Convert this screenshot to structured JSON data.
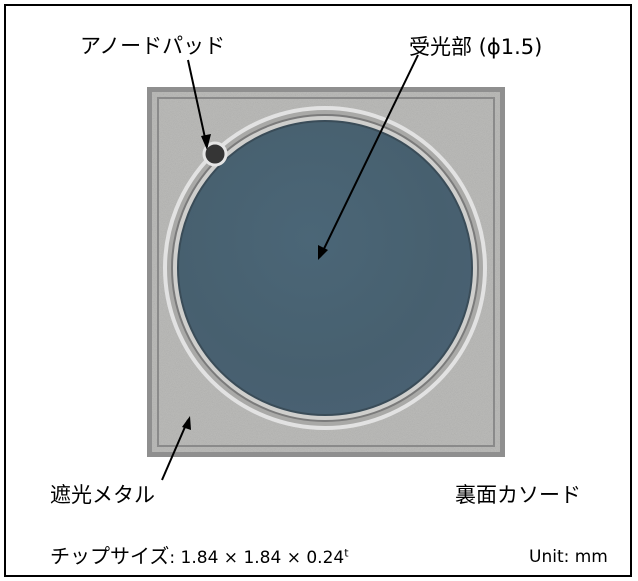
{
  "labels": {
    "anode_pad": "アノードパッド",
    "active_area": "受光部 (ϕ1.5)",
    "shielding_metal": "遮光メタル",
    "backside_cathode": "裏面カソード"
  },
  "footer": {
    "chip_size_label": "チップサイズ",
    "chip_size_value": ": 1.84 × 1.84 × 0.24",
    "chip_size_superscript": "t",
    "unit": "Unit: mm"
  },
  "colors": {
    "chip_frame": "#9c9c9c",
    "chip_surface": "#b9b9b7",
    "active_area": "#4a6272",
    "ring": "#d7d7d7",
    "line": "#000000"
  }
}
